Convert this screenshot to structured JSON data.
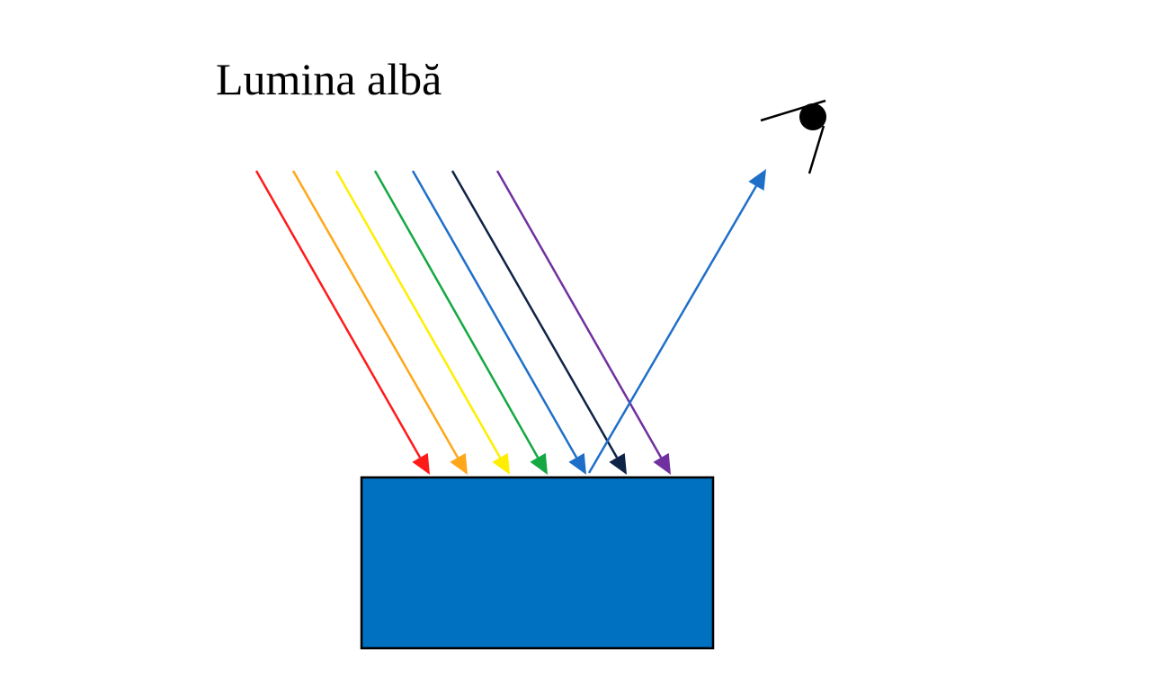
{
  "title": "Lumina albă",
  "incident_rays": [
    {
      "color_name": "red",
      "color": "#ff1a1a"
    },
    {
      "color_name": "orange",
      "color": "#ffa71a"
    },
    {
      "color_name": "yellow",
      "color": "#ffee00"
    },
    {
      "color_name": "green",
      "color": "#14a842"
    },
    {
      "color_name": "blue",
      "color": "#1f6fc9"
    },
    {
      "color_name": "dark-blue",
      "color": "#0f2347"
    },
    {
      "color_name": "violet",
      "color": "#7030a0"
    }
  ],
  "reflected_ray": {
    "color_name": "blue",
    "color": "#1f6fc9"
  },
  "object": {
    "fill": "#0070c0",
    "stroke": "#000000"
  },
  "observer": {
    "icon": "eye-icon",
    "color": "#000000"
  }
}
